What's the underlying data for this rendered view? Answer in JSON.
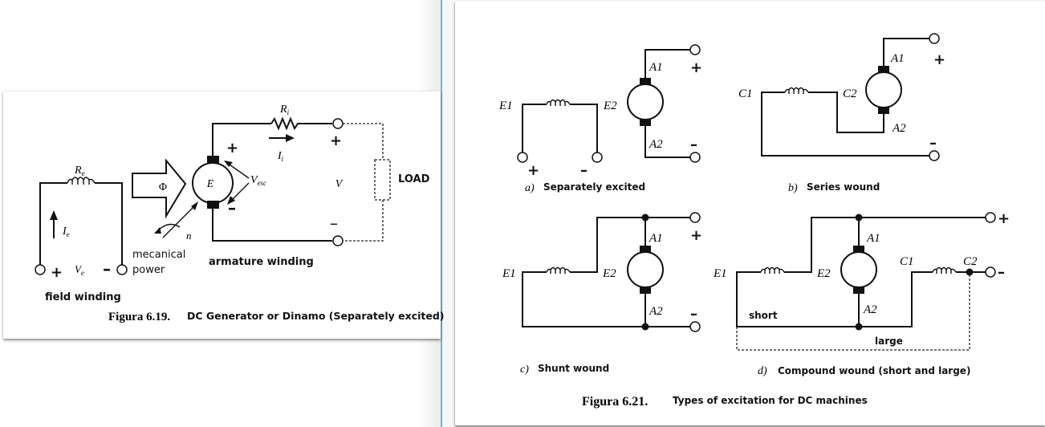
{
  "figure_619": {
    "caption_number": "Figura 6.19.",
    "caption_text": "DC Generator or Dinamo  (Separately excited)",
    "labels": {
      "Re": "R",
      "Re_sub": "e",
      "Ie": "I",
      "Ie_sub": "e",
      "Ve": "V",
      "Ve_sub": "e",
      "plus_field": "+",
      "minus_field": "–",
      "phi": "Φ",
      "E": "E",
      "Ri": "R",
      "Ri_sub": "i",
      "Ii": "I",
      "Ii_sub": "i",
      "Vesc": "V",
      "Vesc_sub": "esc",
      "plus_arm": "+",
      "minus_arm": "–",
      "V": "V",
      "plus_out": "+",
      "minus_out": "–",
      "n": "n",
      "load": "LOAD",
      "mech_line1": "mecanical",
      "mech_line2": "power",
      "armature": "armature winding",
      "field": "field winding"
    }
  },
  "figure_621": {
    "caption_number": "Figura 6.21.",
    "caption_text": "Types of excitation for DC machines",
    "panels": {
      "a": {
        "letter": "a)",
        "title": "Separately excited",
        "E1": "E1",
        "E2": "E2",
        "A1": "A1",
        "A2": "A2",
        "plus_field": "+",
        "minus_field": "–",
        "plus_out": "+",
        "minus_out": "–"
      },
      "b": {
        "letter": "b)",
        "title": "Series wound",
        "C1": "C1",
        "C2": "C2",
        "A1": "A1",
        "A2": "A2",
        "plus_out": "+",
        "minus_out": "–"
      },
      "c": {
        "letter": "c)",
        "title": "Shunt wound",
        "E1": "E1",
        "E2": "E2",
        "A1": "A1",
        "A2": "A2",
        "plus_out": "+",
        "minus_out": "–"
      },
      "d": {
        "letter": "d)",
        "title": "Compound wound (short and large)",
        "E1": "E1",
        "E2": "E2",
        "A1": "A1",
        "A2": "A2",
        "C1": "C1",
        "C2": "C2",
        "plus_out": "+",
        "minus_out": "–",
        "short": "short",
        "large": "large"
      }
    }
  }
}
